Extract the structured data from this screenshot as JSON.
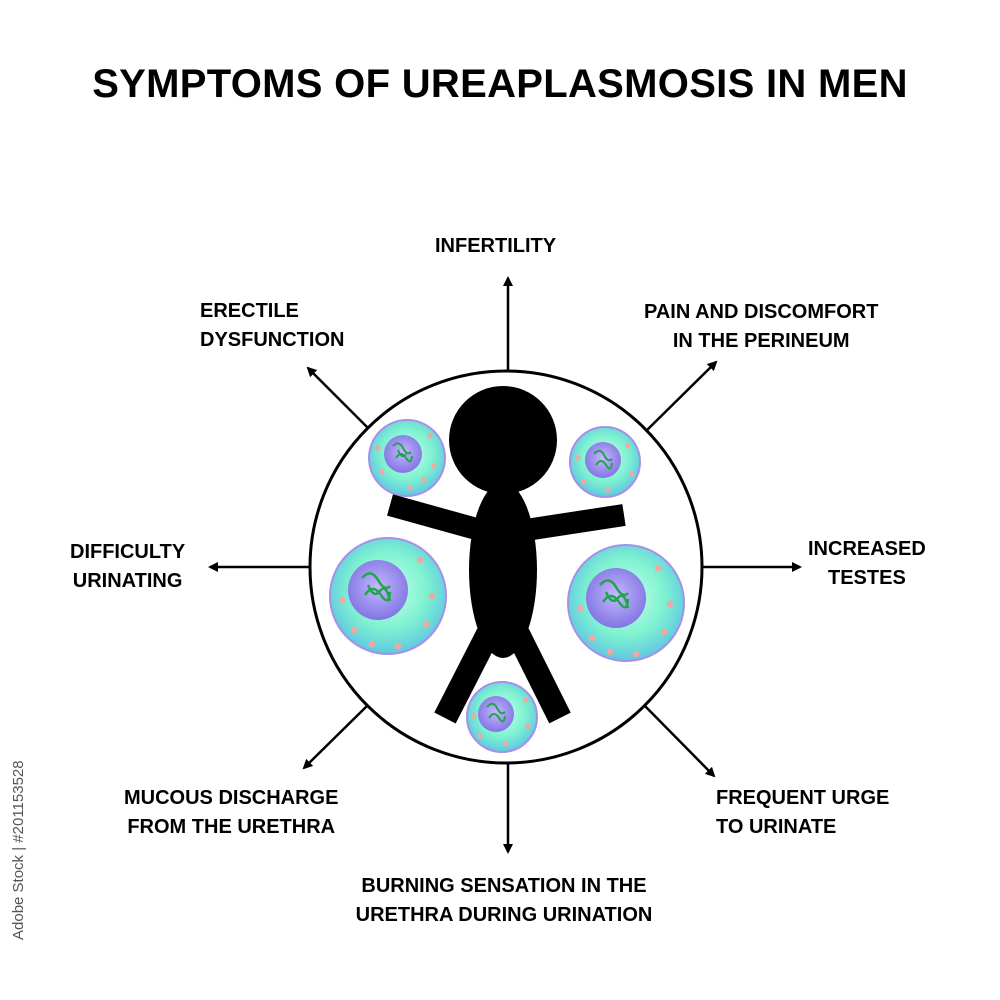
{
  "title": "SYMPTOMS OF UREAPLASMOSIS IN MEN",
  "symptoms": {
    "top": "INFERTILITY",
    "top_right": "PAIN AND DISCOMFORT\nIN THE PERINEUM",
    "right": "INCREASED\nTESTES",
    "bottom_right": "FREQUENT URGE\nTO URINATE",
    "bottom": "BURNING SENSATION IN THE\nURETHRA DURING URINATION",
    "bottom_left": "MUCOUS DISCHARGE\nFROM THE URETHRA",
    "left": "DIFFICULTY\nURINATING",
    "top_left": "ERECTILE\nDYSFUNCTION"
  },
  "credit": "Adobe Stock | #201153528",
  "colors": {
    "cell_fill": "#7ff2d0",
    "cell_nucleus": "#9d8cf0",
    "bacteria": "#1fa64a",
    "dots": "#f3a7a0",
    "figure": "#000000"
  }
}
